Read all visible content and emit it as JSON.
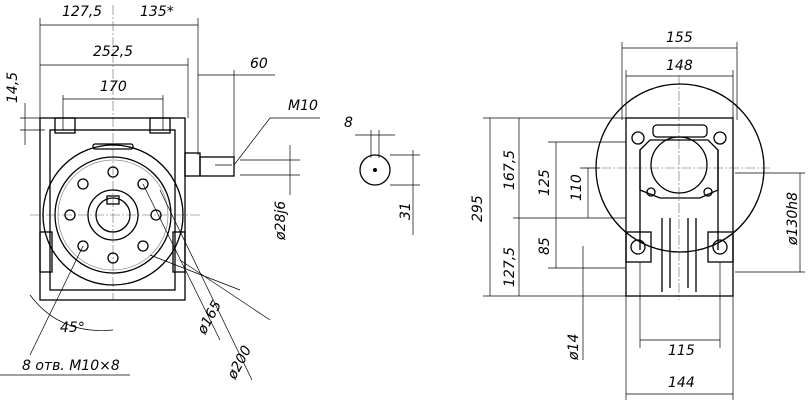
{
  "title": "Worm gear reducer dimensional drawing",
  "side_view": {
    "dims": {
      "d127_5": "127,5",
      "d135": "135*",
      "d252_5": "252,5",
      "d60": "60",
      "d170": "170",
      "d14_5": "14,5",
      "thread": "M10",
      "shaft_dia": "ø28j6",
      "bolt_circle": "ø165",
      "flange_dia": "ø200",
      "angle": "45°",
      "holes": "8 отв. M10×8"
    }
  },
  "shaft_section": {
    "key_width": "8",
    "key_height": "31"
  },
  "front_view": {
    "dims": {
      "d155": "155",
      "d148": "148",
      "d295": "295",
      "d167_5": "167,5",
      "d125": "125",
      "d110": "110",
      "d127_5": "127,5",
      "d85": "85",
      "pilot_dia": "ø130h8",
      "hole_dia": "ø14",
      "d115": "115",
      "d144": "144"
    }
  }
}
